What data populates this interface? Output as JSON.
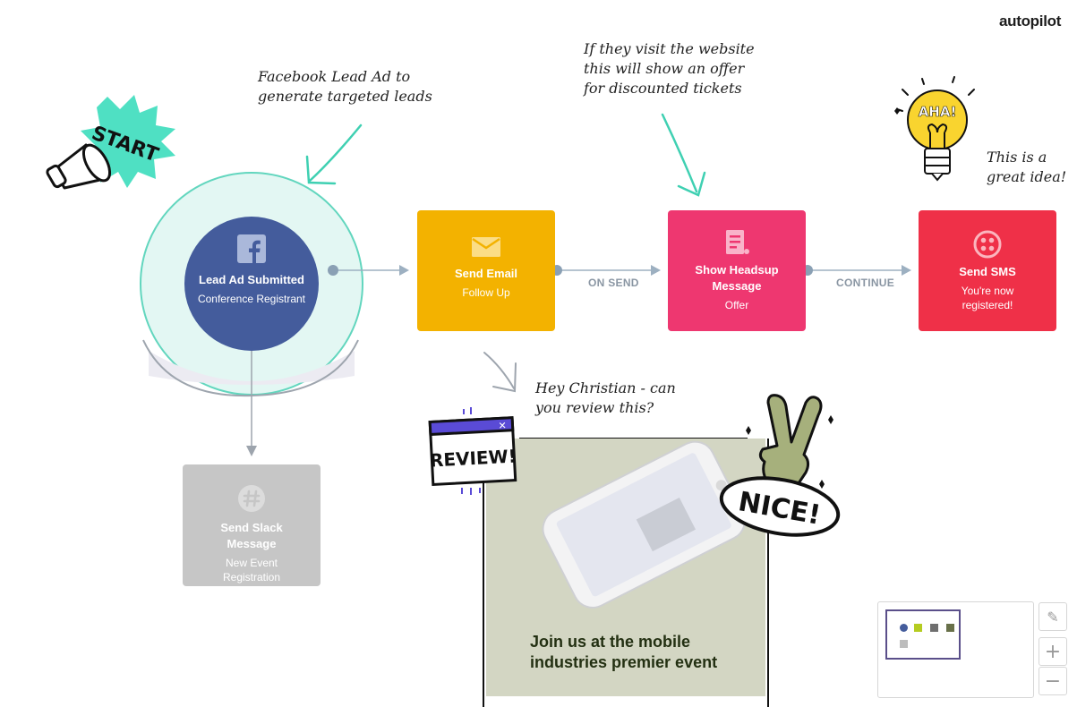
{
  "brand": {
    "logo": "autopilot"
  },
  "annotations": {
    "facebook": "Facebook Lead Ad to\ngenerate targeted leads",
    "website": "If they visit the website\nthis will show an offer\nfor discounted tickets",
    "idea": "This is a\ngreat idea!",
    "review": "Hey Christian - can\nyou review this?"
  },
  "stickers": {
    "start": "START",
    "aha": "AHA!",
    "review": "REVIEW!",
    "nice": "NICE!"
  },
  "nodes": {
    "lead_ad": {
      "title": "Lead Ad Submitted",
      "subtitle": "Conference Registrant",
      "color": "#445c9c",
      "icon": "facebook-icon"
    },
    "send_email": {
      "title": "Send Email",
      "subtitle": "Follow Up",
      "color": "#f3b200",
      "icon": "envelope-icon"
    },
    "headsup": {
      "title": "Show Headsup Message",
      "subtitle": "Offer",
      "color": "#ee3770",
      "icon": "document-icon"
    },
    "send_sms": {
      "title": "Send SMS",
      "subtitle": "You're now registered!",
      "color": "#ef3048",
      "icon": "twilio-icon"
    },
    "slack": {
      "title": "Send Slack Message",
      "subtitle": "New Event Registration",
      "color": "#c6c6c6",
      "icon": "slack-icon"
    }
  },
  "connections": {
    "on_send": "ON SEND",
    "continue": "CONTINUE"
  },
  "campaign": {
    "headline": "Join us at the mobile industries premier event"
  },
  "minimap": {
    "colors": [
      "#445c9c",
      "#b5cc21",
      "#6f6f6f",
      "#687049",
      "#bdbdbd"
    ]
  },
  "toolbar": {
    "edit": "✎",
    "zoom_in": "+",
    "zoom_out": "−"
  }
}
